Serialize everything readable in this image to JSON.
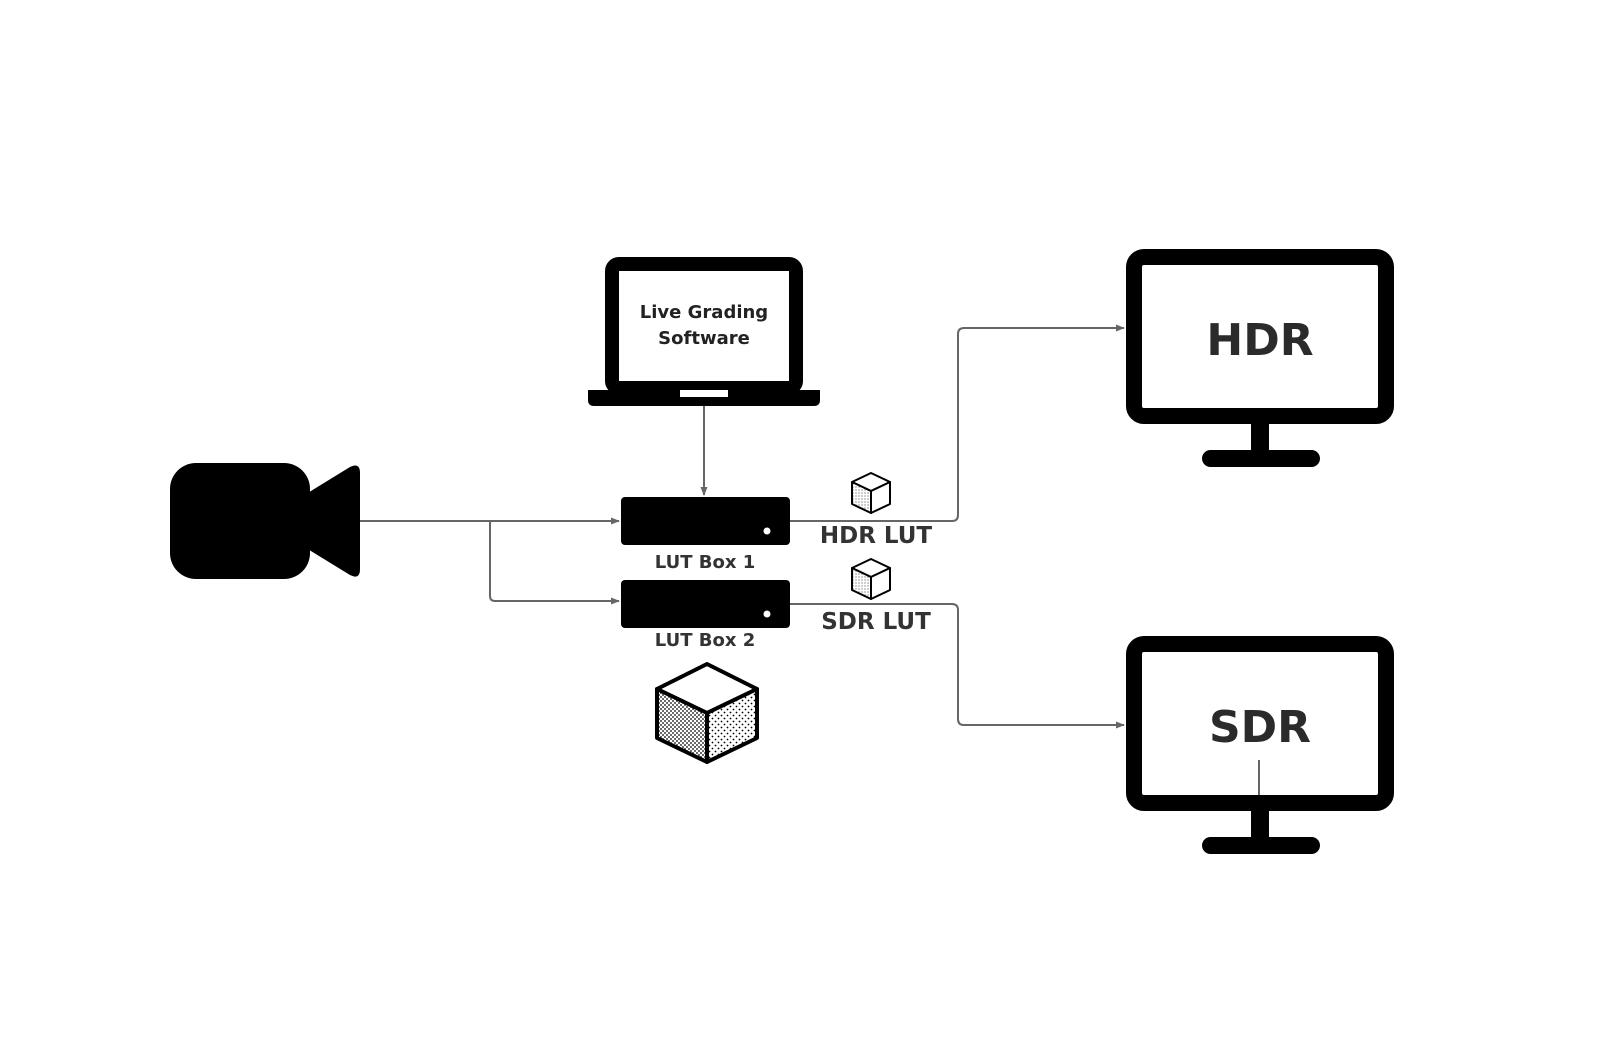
{
  "diagram": {
    "laptop": {
      "line1": "Live Grading",
      "line2": "Software"
    },
    "lut_box_1": {
      "label": "LUT Box 1"
    },
    "lut_box_2": {
      "label": "LUT Box 2"
    },
    "hdr_lut": {
      "label": "HDR LUT"
    },
    "sdr_lut": {
      "label": "SDR LUT"
    },
    "hdr_monitor": {
      "label": "HDR"
    },
    "sdr_monitor": {
      "label": "SDR"
    }
  },
  "colors": {
    "ink": "#000000",
    "wire": "#666666",
    "text": "#333333",
    "background": "#ffffff"
  }
}
